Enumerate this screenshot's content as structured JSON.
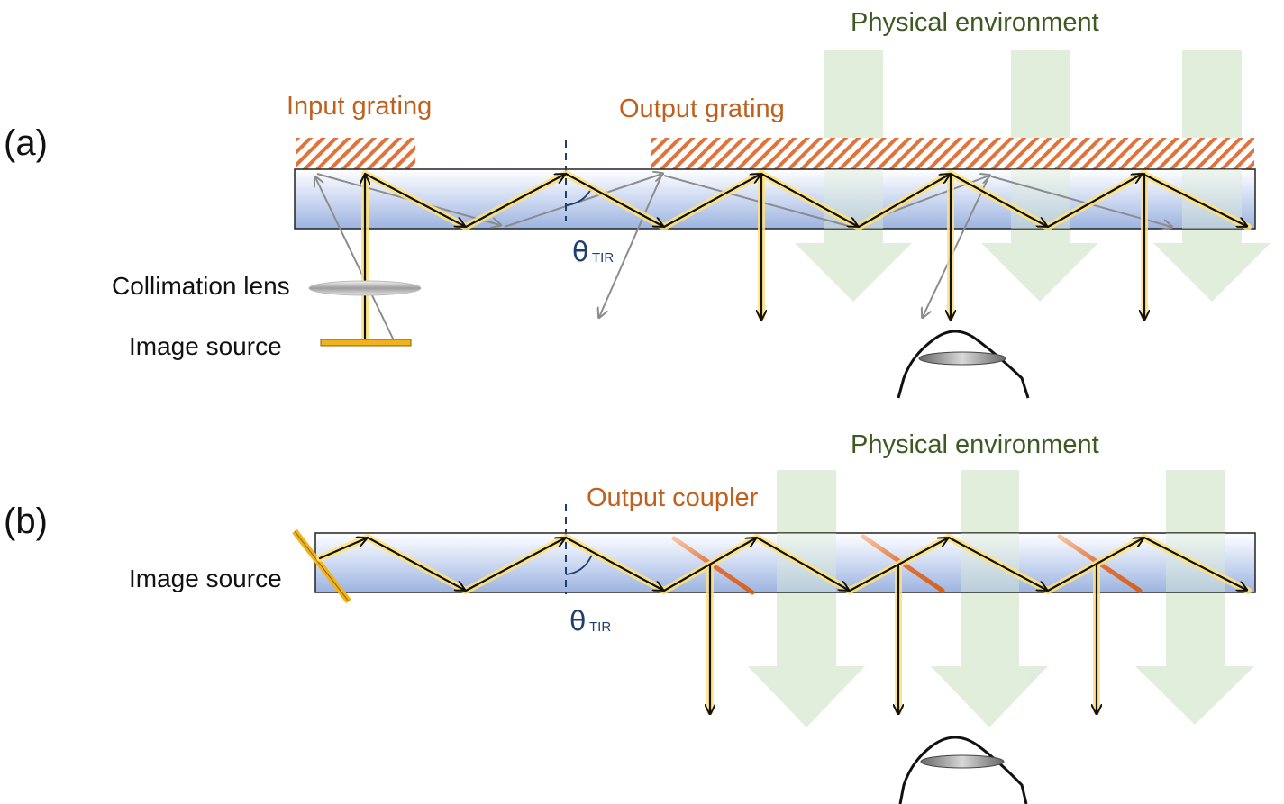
{
  "panels": {
    "a": {
      "label": "(a)",
      "input_grating": "Input grating",
      "output_grating": "Output grating",
      "physical_environment": "Physical environment",
      "collimation_lens": "Collimation lens",
      "image_source": "Image source",
      "theta": "θ",
      "theta_sub": "TIR"
    },
    "b": {
      "label": "(b)",
      "output_coupler": "Output coupler",
      "physical_environment": "Physical environment",
      "image_source": "Image source",
      "theta": "θ",
      "theta_sub": "TIR"
    }
  },
  "colors": {
    "grating": "#e0723a",
    "waveguide_top": "#ffffff",
    "waveguide_bottom": "#9db4e0",
    "environment_arrow": "#dcebd6",
    "image_source": "#f2b21c",
    "ray": "#111111",
    "ray_glow": "#ffe27a",
    "stray_ray": "#8c8c8c",
    "theta_label": "#1f3f6e"
  }
}
